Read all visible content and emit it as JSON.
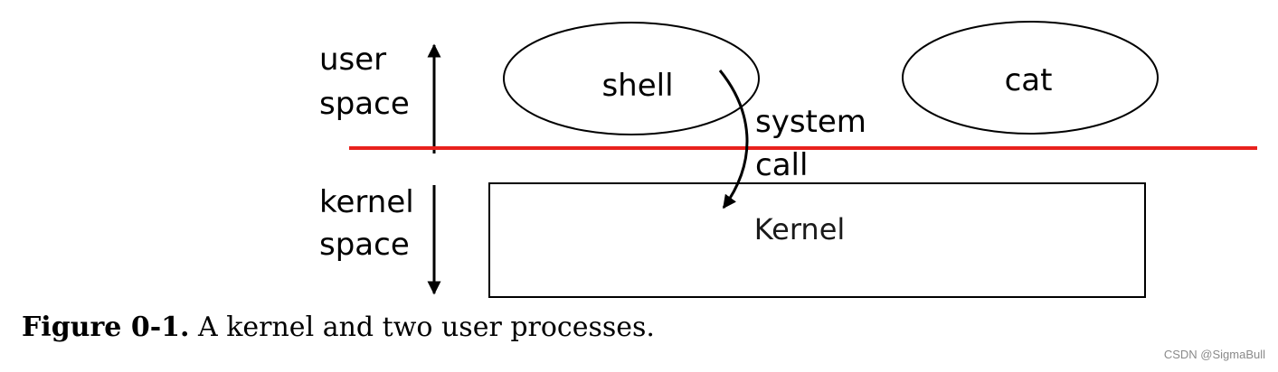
{
  "diagram": {
    "user_space": [
      "user",
      "space"
    ],
    "kernel_space": [
      "kernel",
      "space"
    ],
    "processes": [
      "shell",
      "cat"
    ],
    "system_call": [
      "system",
      "call"
    ],
    "kernel": "Kernel",
    "colors": {
      "boundary_line": "#e8211d",
      "stroke": "#000000"
    }
  },
  "caption": {
    "label": "Figure 0-1.",
    "text": "A kernel and two user processes."
  },
  "watermark": "CSDN @SigmaBull"
}
